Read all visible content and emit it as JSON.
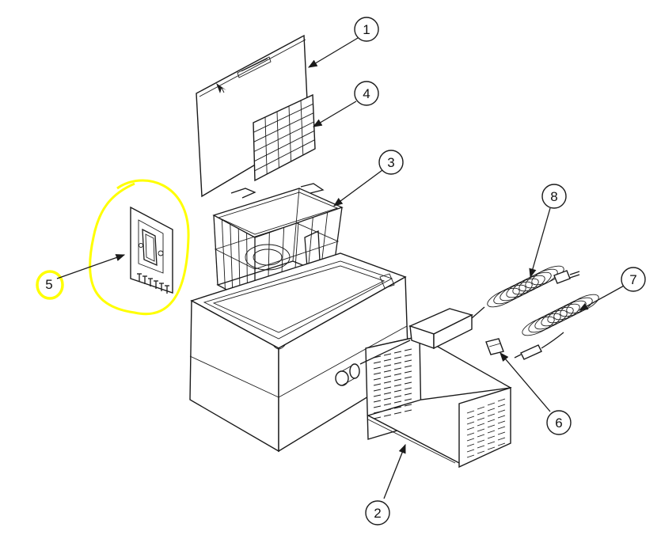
{
  "callouts": [
    {
      "label": "1"
    },
    {
      "label": "2"
    },
    {
      "label": "3"
    },
    {
      "label": "4"
    },
    {
      "label": "5"
    },
    {
      "label": "6"
    },
    {
      "label": "7"
    },
    {
      "label": "8"
    }
  ],
  "colors": {
    "line": "#1a1a1a",
    "highlight": "#ffff00",
    "background": "#ffffff"
  }
}
